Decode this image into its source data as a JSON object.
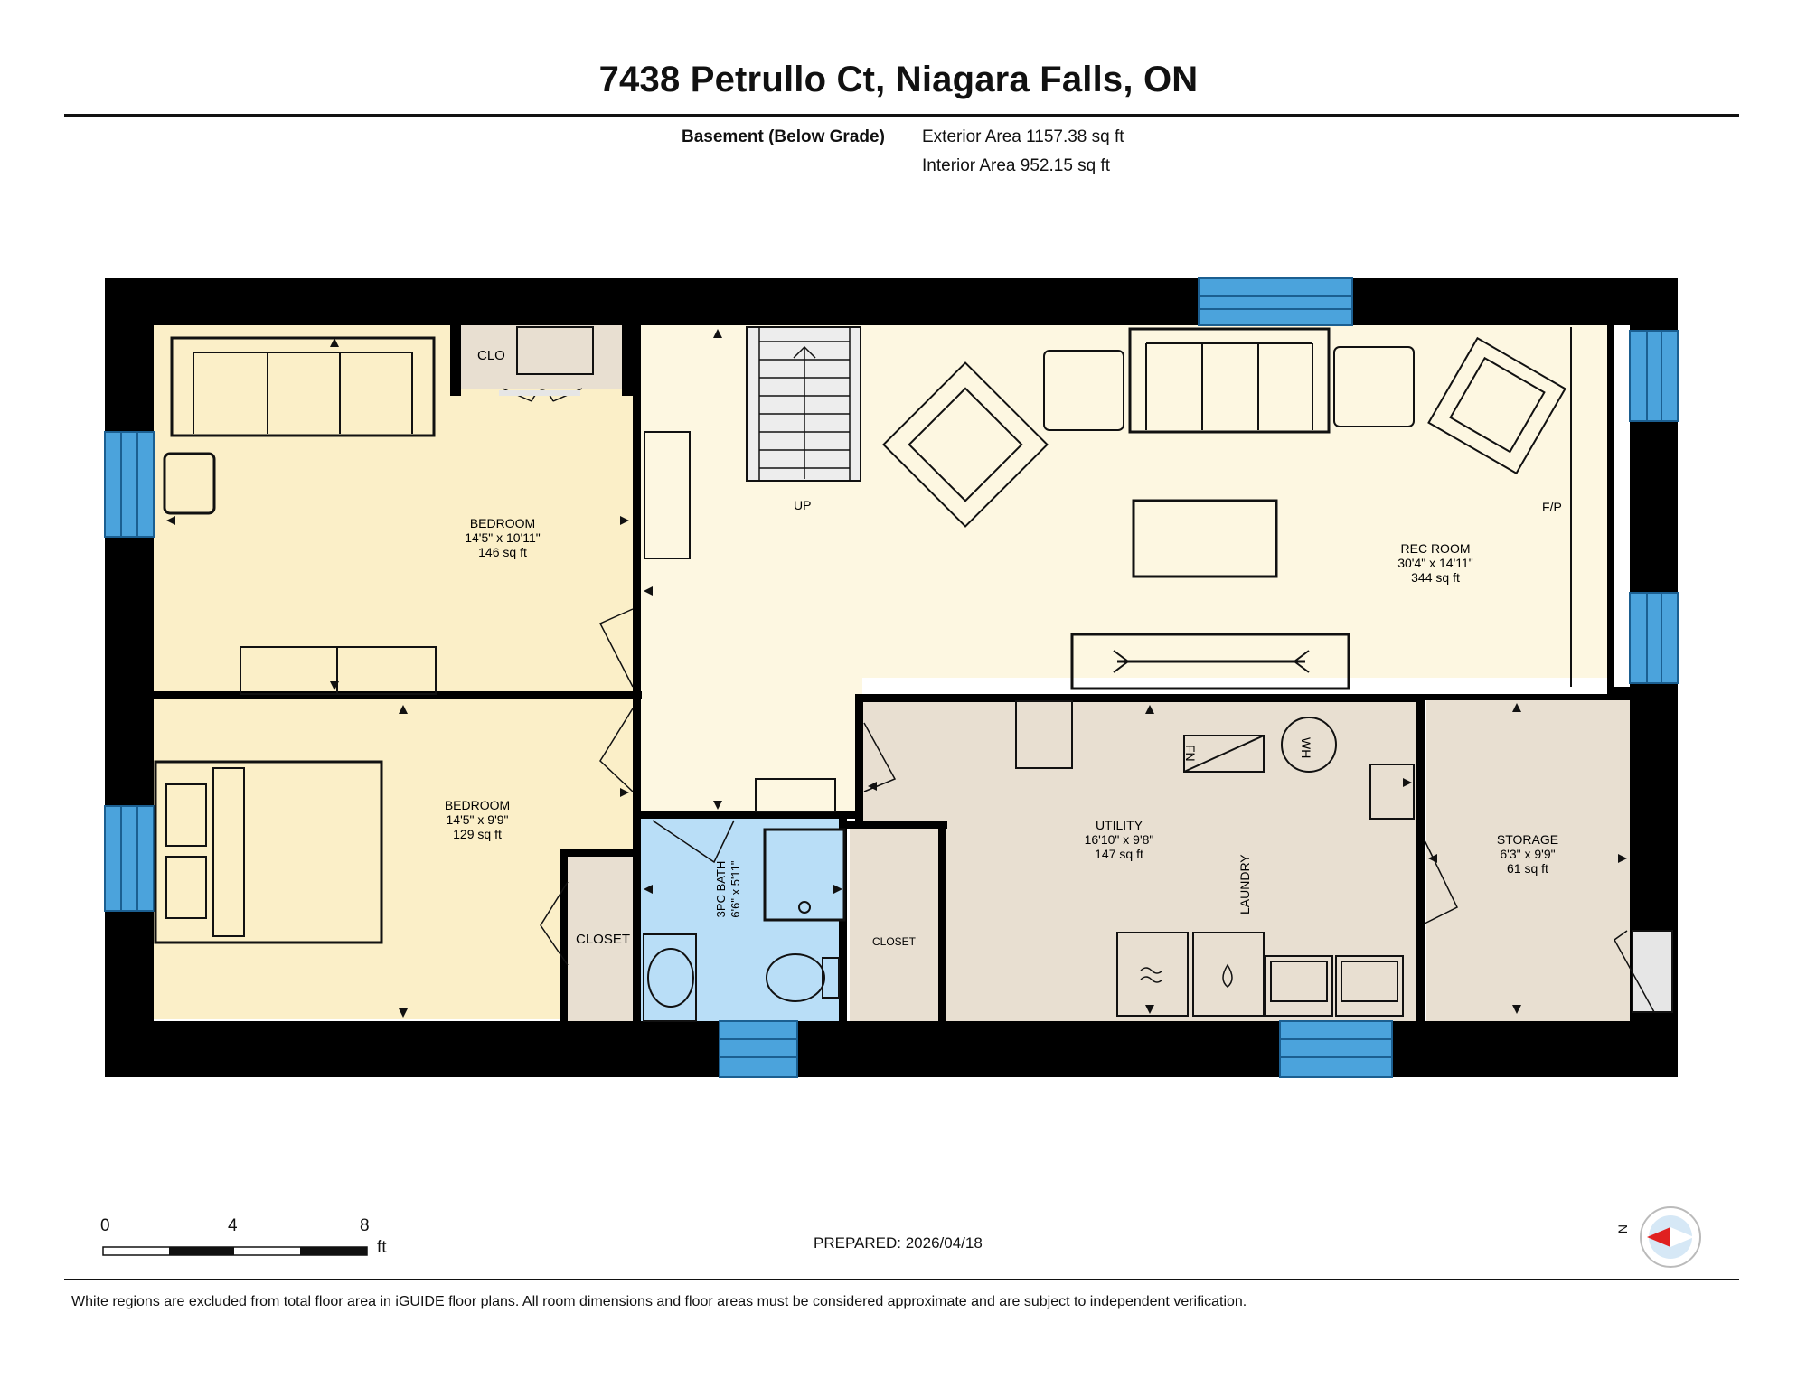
{
  "header": {
    "title": "7438 Petrullo Ct, Niagara Falls, ON",
    "level": "Basement (Below Grade)",
    "exterior_area": "Exterior Area 1157.38 sq ft",
    "interior_area": "Interior Area 952.15 sq ft"
  },
  "rooms": {
    "clo": "CLO",
    "bedroom1": {
      "name": "BEDROOM",
      "dims": "14'5\" x 10'11\"",
      "area": "146 sq ft"
    },
    "bedroom2": {
      "name": "BEDROOM",
      "dims": "14'5\" x 9'9\"",
      "area": "129 sq ft"
    },
    "rec": {
      "name": "REC ROOM",
      "dims": "30'4\" x 14'11\"",
      "area": "344 sq ft"
    },
    "bath": {
      "name": "3PC BATH",
      "dims": "6'6\" x 5'11\""
    },
    "utility": {
      "name": "UTILITY",
      "dims": "16'10\" x 9'8\"",
      "area": "147 sq ft"
    },
    "storage": {
      "name": "STORAGE",
      "dims": "6'3\" x 9'9\"",
      "area": "61 sq ft"
    },
    "closet_bed": "CLOSET",
    "closet_util": "CLOSET"
  },
  "labels": {
    "up": "UP",
    "fp": "F/P",
    "laundry": "LAUNDRY",
    "wh": "WH",
    "fn": "FN"
  },
  "colors": {
    "wall": "#000000",
    "window": "#4ba3dc",
    "bedroom": "#fbefc8",
    "rec": "#fdf7e1",
    "utility": "#e8dfd1",
    "bath": "#b9def7"
  },
  "footer": {
    "scale": [
      "0",
      "4",
      "8"
    ],
    "scale_unit": "ft",
    "prepared": "PREPARED: 2026/04/18",
    "compass_label": "N",
    "disclaimer": "White regions are excluded from total floor area in iGUIDE floor plans. All room dimensions and floor areas must be considered approximate and are subject to independent verification."
  }
}
